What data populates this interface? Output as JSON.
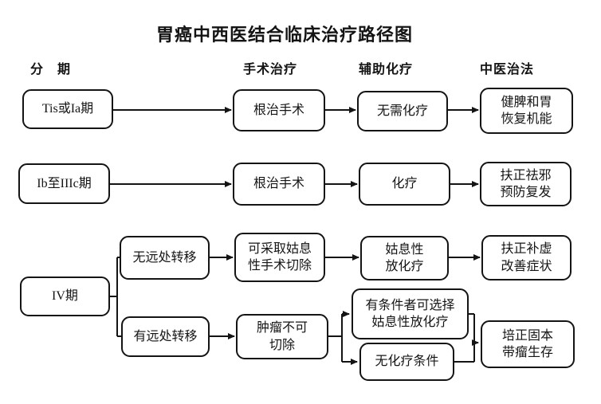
{
  "title": "胃癌中西医结合临床治疗路径图",
  "colors": {
    "line": "#141414",
    "background": "#ffffff"
  },
  "column_headers": {
    "staging": "分　期",
    "surgery": "手术治疗",
    "adjuvant_chemo": "辅助化疗",
    "tcm": "中医治法"
  },
  "nodes": {
    "stage_tis_ia": "Tis或Ia期",
    "radical_surgery_1": "根治手术",
    "no_chemo_needed": "无需化疗",
    "tcm_restore_function": "健脾和胃\n恢复机能",
    "stage_ib_iiic": "Ib至IIIc期",
    "radical_surgery_2": "根治手术",
    "chemotherapy": "化疗",
    "tcm_prevent_relapse": "扶正祛邪\n预防复发",
    "stage_iv": "IV期",
    "no_distant_metastasis": "无远处转移",
    "palliative_resection": "可采取姑息\n性手术切除",
    "palliative_chemoradiation": "姑息性\n放化疗",
    "tcm_relieve_symptoms": "扶正补虚\n改善症状",
    "distant_metastasis": "有远处转移",
    "tumor_unresectable": "肿瘤不可\n切除",
    "eligible_palliative_chemoradiation": "有条件者可选择\n姑息性放化疗",
    "no_chemo_conditions": "无化疗条件",
    "tcm_survive_with_tumor": "培正固本\n带瘤生存"
  },
  "edges": [
    {
      "from": "stage_tis_ia",
      "to": "radical_surgery_1"
    },
    {
      "from": "radical_surgery_1",
      "to": "no_chemo_needed"
    },
    {
      "from": "no_chemo_needed",
      "to": "tcm_restore_function"
    },
    {
      "from": "stage_ib_iiic",
      "to": "radical_surgery_2"
    },
    {
      "from": "radical_surgery_2",
      "to": "chemotherapy"
    },
    {
      "from": "chemotherapy",
      "to": "tcm_prevent_relapse"
    },
    {
      "from": "stage_iv",
      "to": "no_distant_metastasis"
    },
    {
      "from": "stage_iv",
      "to": "distant_metastasis"
    },
    {
      "from": "no_distant_metastasis",
      "to": "palliative_resection"
    },
    {
      "from": "palliative_resection",
      "to": "palliative_chemoradiation"
    },
    {
      "from": "palliative_chemoradiation",
      "to": "tcm_relieve_symptoms"
    },
    {
      "from": "distant_metastasis",
      "to": "tumor_unresectable"
    },
    {
      "from": "tumor_unresectable",
      "to": "eligible_palliative_chemoradiation"
    },
    {
      "from": "tumor_unresectable",
      "to": "no_chemo_conditions"
    },
    {
      "from": "eligible_palliative_chemoradiation",
      "to": "tcm_survive_with_tumor"
    },
    {
      "from": "no_chemo_conditions",
      "to": "tcm_survive_with_tumor"
    }
  ]
}
